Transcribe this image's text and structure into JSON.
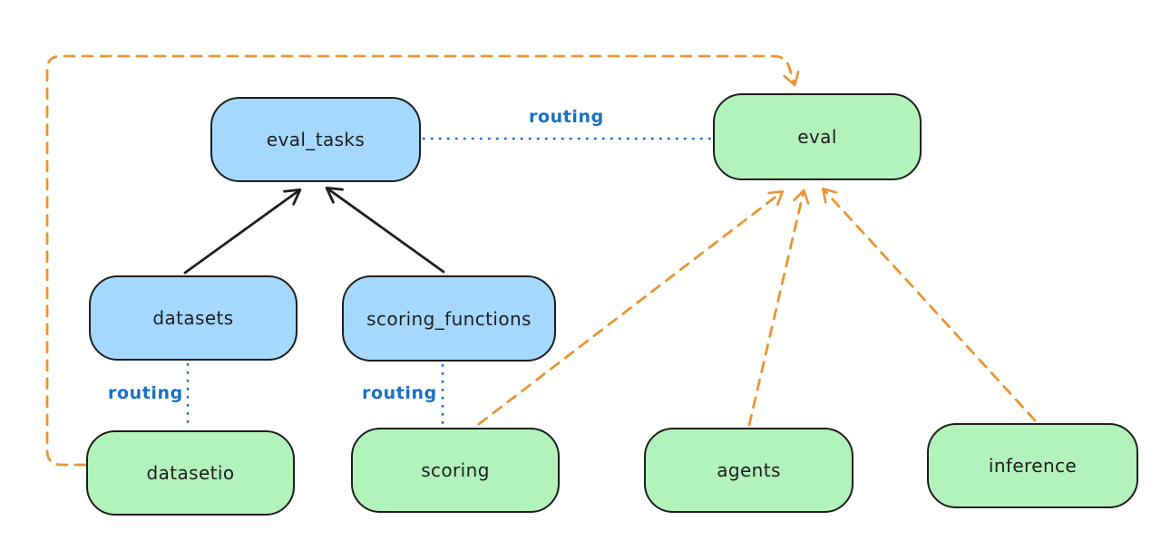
{
  "nodes": {
    "eval_tasks": {
      "label": "eval_tasks",
      "color": "#a5d8ff"
    },
    "datasets": {
      "label": "datasets",
      "color": "#a5d8ff"
    },
    "scoring_functions": {
      "label": "scoring_functions",
      "color": "#a5d8ff"
    },
    "eval": {
      "label": "eval",
      "color": "#b2f2bb"
    },
    "datasetio": {
      "label": "datasetio",
      "color": "#b2f2bb"
    },
    "scoring": {
      "label": "scoring",
      "color": "#b2f2bb"
    },
    "agents": {
      "label": "agents",
      "color": "#b2f2bb"
    },
    "inference": {
      "label": "inference",
      "color": "#b2f2bb"
    }
  },
  "edge_labels": {
    "routing_top": "routing",
    "routing_datasets": "routing",
    "routing_scoring": "routing"
  },
  "edges": [
    {
      "from": "datasets",
      "to": "eval_tasks",
      "style": "solid",
      "color": "#1e1e1e",
      "arrow": true
    },
    {
      "from": "scoring_functions",
      "to": "eval_tasks",
      "style": "solid",
      "color": "#1e1e1e",
      "arrow": true
    },
    {
      "from": "eval_tasks",
      "to": "eval",
      "style": "dotted",
      "color": "#1971c2",
      "arrow": false,
      "label": "routing"
    },
    {
      "from": "datasets",
      "to": "datasetio",
      "style": "dotted",
      "color": "#1971c2",
      "arrow": false,
      "label": "routing"
    },
    {
      "from": "scoring_functions",
      "to": "scoring",
      "style": "dotted",
      "color": "#1971c2",
      "arrow": false,
      "label": "routing"
    },
    {
      "from": "datasetio",
      "to": "eval",
      "style": "dashed",
      "color": "#eb9534",
      "arrow": true
    },
    {
      "from": "scoring",
      "to": "eval",
      "style": "dashed",
      "color": "#eb9534",
      "arrow": true
    },
    {
      "from": "agents",
      "to": "eval",
      "style": "dashed",
      "color": "#eb9534",
      "arrow": true
    },
    {
      "from": "inference",
      "to": "eval",
      "style": "dashed",
      "color": "#eb9534",
      "arrow": true
    }
  ],
  "colors": {
    "blue_fill": "#a5d8ff",
    "green_fill": "#b2f2bb",
    "stroke": "#1e1e1e",
    "orange_accent": "#eb9534",
    "blue_accent": "#1971c2",
    "background": "#ffffff"
  }
}
